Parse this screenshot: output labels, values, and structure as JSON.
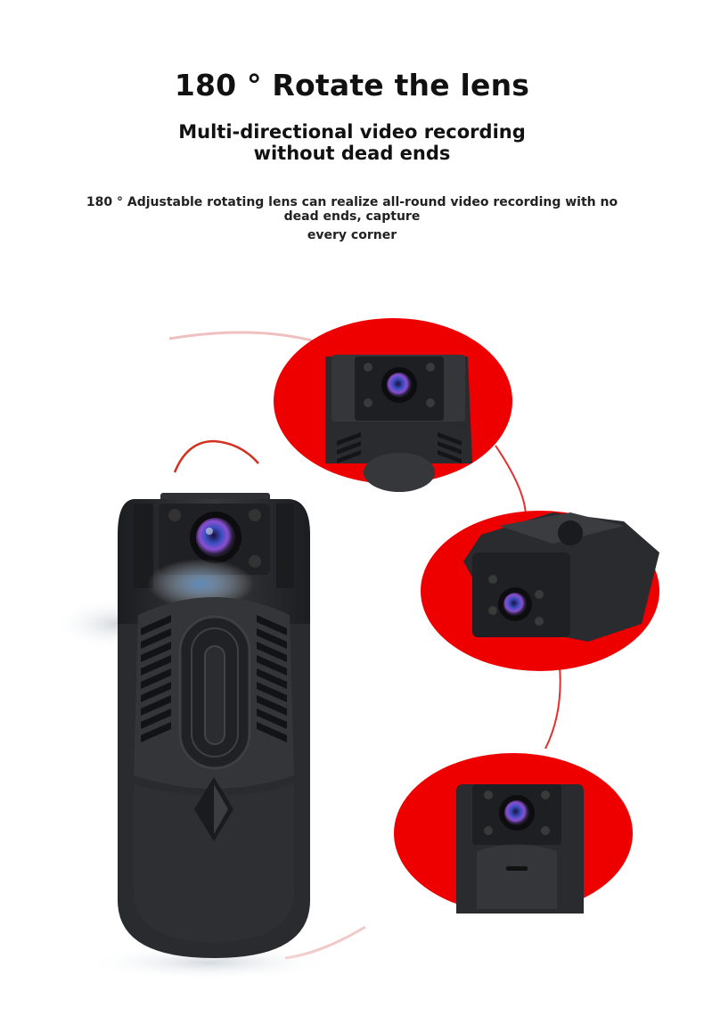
{
  "headline": "180 ° Rotate the lens",
  "subheadline_line1": "Multi-directional video recording",
  "subheadline_line2": "without dead ends",
  "description_line1": "180 ° Adjustable rotating lens can realize all-round video recording with no dead ends, capture",
  "description_line2": "every corner",
  "colors": {
    "accent_red": "#ee0000",
    "device_body": "#2a2b2e",
    "device_dark": "#18191b",
    "lens_blue": "#4a6fd8",
    "lens_purple": "#8a4fd0"
  },
  "icons": [
    "camera-lens-icon",
    "ir-led-icon",
    "diamond-emblem-icon"
  ]
}
